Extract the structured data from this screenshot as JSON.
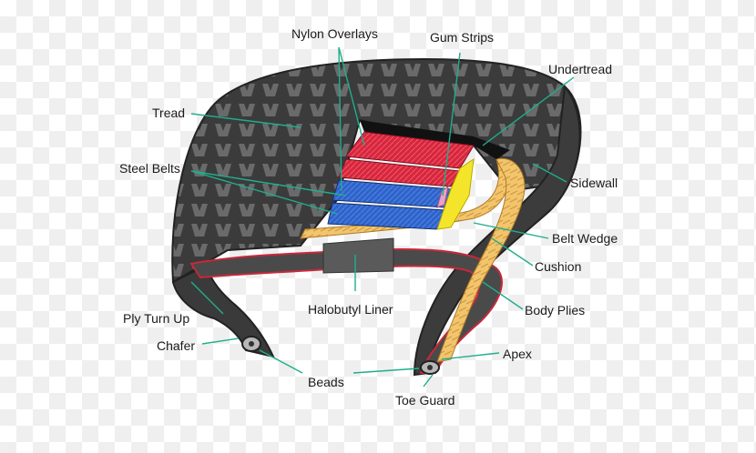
{
  "diagram": {
    "labels": {
      "nylon_overlays": "Nylon Overlays",
      "gum_strips": "Gum Strips",
      "undertread": "Undertread",
      "tread": "Tread",
      "steel_belts": "Steel Belts",
      "sidewall": "Sidewall",
      "belt_wedge": "Belt Wedge",
      "cushion": "Cushion",
      "halobutyl_liner": "Halobutyl Liner",
      "body_plies": "Body Plies",
      "ply_turn_up": "Ply Turn Up",
      "chafer": "Chafer",
      "apex": "Apex",
      "beads": "Beads",
      "toe_guard": "Toe Guard"
    },
    "colors": {
      "tire_rubber": "#3a3a3a",
      "tread_block": "#5a5a5a",
      "nylon_overlay": "#d7263d",
      "steel_belt": "#2f63c9",
      "cushion": "#f2c46b",
      "belt_wedge": "#f5e52a",
      "liner": "#555555",
      "leader_line": "#1fae8c"
    }
  }
}
